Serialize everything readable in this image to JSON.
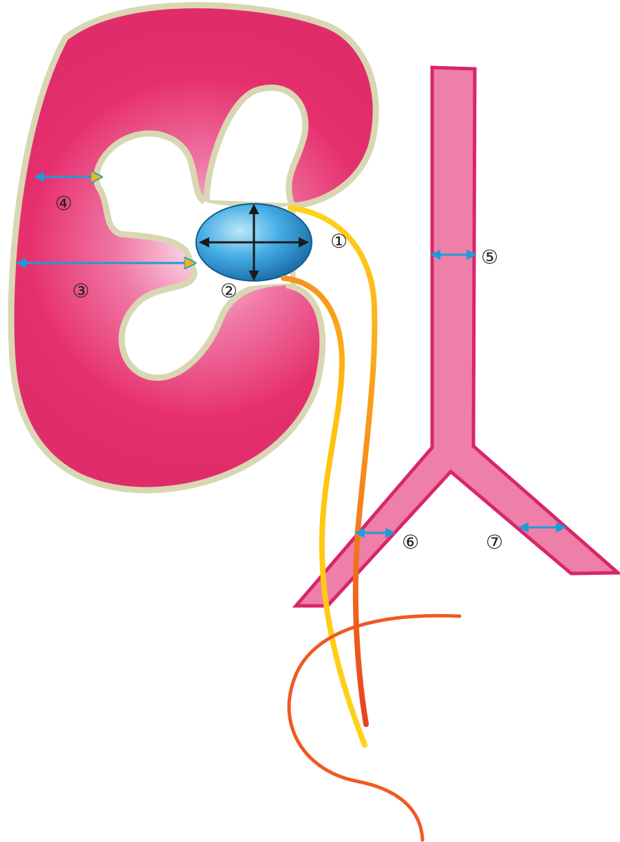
{
  "labels": {
    "l1": "①",
    "l2": "②",
    "l3": "③",
    "l4": "④",
    "l5": "⑤",
    "l6": "⑥",
    "l7": "⑦"
  },
  "colors": {
    "kidney": "#e8306e",
    "kidney_light": "#f7c9dc",
    "capsule": "#d9d6b4",
    "vessel": "#ee7fa8",
    "vessel_border": "#d8266a",
    "pelvis": "#2c8fd6",
    "measure_arrow": "#1f9bd9",
    "ureter_yellow": "#ffc20e",
    "ureter_orange": "#f26522"
  }
}
